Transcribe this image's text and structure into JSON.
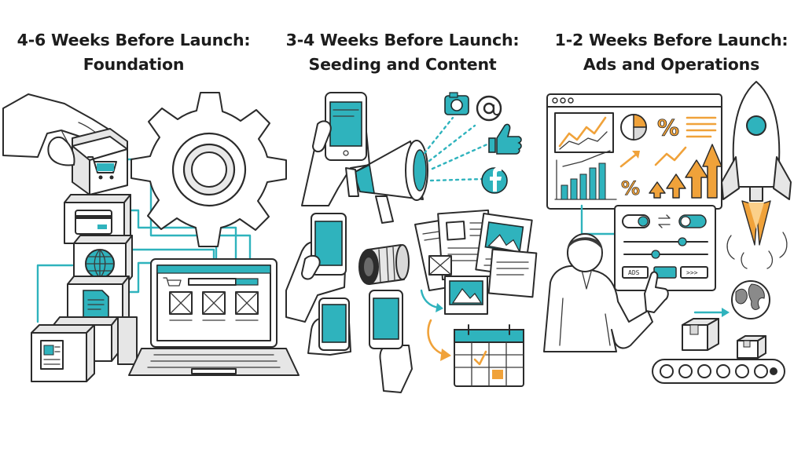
{
  "columns": [
    {
      "title_line1": "4-6 Weeks Before Launch:",
      "title_line2": "Foundation"
    },
    {
      "title_line1": "3-4 Weeks Before Launch:",
      "title_line2": "Seeding and Content"
    },
    {
      "title_line1": "1-2 Weeks Before Launch:",
      "title_line2": "Ads and Operations"
    }
  ],
  "dashboard": {
    "ads_label": "ADS",
    "next_label": ">>>",
    "percent_label": "%"
  },
  "colors": {
    "accent_teal": "#2fb3bd",
    "accent_orange": "#f0a23a",
    "ink": "#2b2b2b"
  },
  "icons": [
    "hand-cube-icon",
    "cart-icon",
    "card-icon",
    "globe-icon",
    "document-icon",
    "gear-icon",
    "laptop-icon",
    "smartphone-icon",
    "megaphone-icon",
    "camera-icon",
    "at-sign-icon",
    "thumbs-up-icon",
    "facebook-icon",
    "camera-lens-icon",
    "calendar-icon",
    "rocket-icon",
    "dashboard-icon",
    "person-icon",
    "conveyor-belt-icon"
  ]
}
